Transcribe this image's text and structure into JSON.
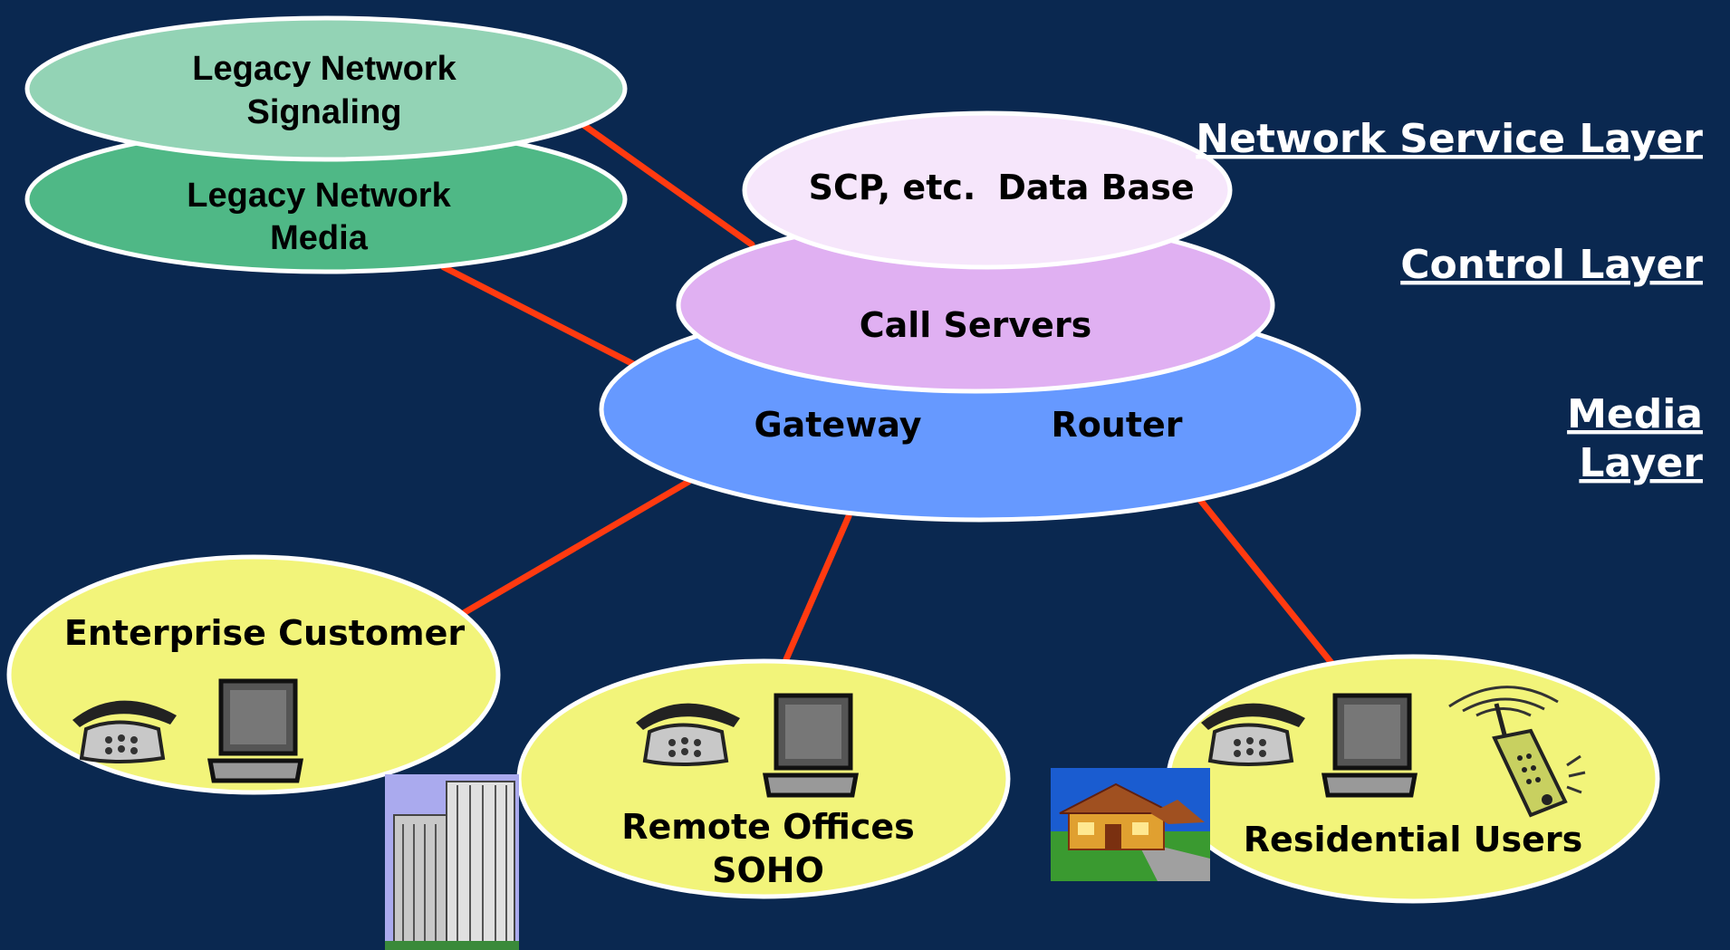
{
  "layers": {
    "network_service": "Network Service Layer",
    "control": "Control Layer",
    "media_line1": "Media",
    "media_line2": "Layer"
  },
  "legacy_signaling": {
    "line1": "Legacy Network",
    "line2": "Signaling"
  },
  "legacy_media": {
    "line1": "Legacy Network",
    "line2": "Media"
  },
  "data_base": {
    "scp": "SCP, etc.",
    "db": "Data Base"
  },
  "call_servers": {
    "label": "Call Servers"
  },
  "media_core": {
    "gateway": "Gateway",
    "router": "Router"
  },
  "enterprise": {
    "label": "Enterprise Customer"
  },
  "remote_offices": {
    "line1": "Remote Offices",
    "line2": "SOHO"
  },
  "residential": {
    "label": "Residential Users"
  },
  "colors": {
    "background": "#0a2850",
    "link": "#ff3a10",
    "legacy_signaling": "#93d3b5",
    "legacy_media": "#4fb886",
    "data_base": "#f6e6fb",
    "call_servers": "#e0b0f2",
    "media_core": "#6699ff",
    "customer": "#f2f47a"
  }
}
